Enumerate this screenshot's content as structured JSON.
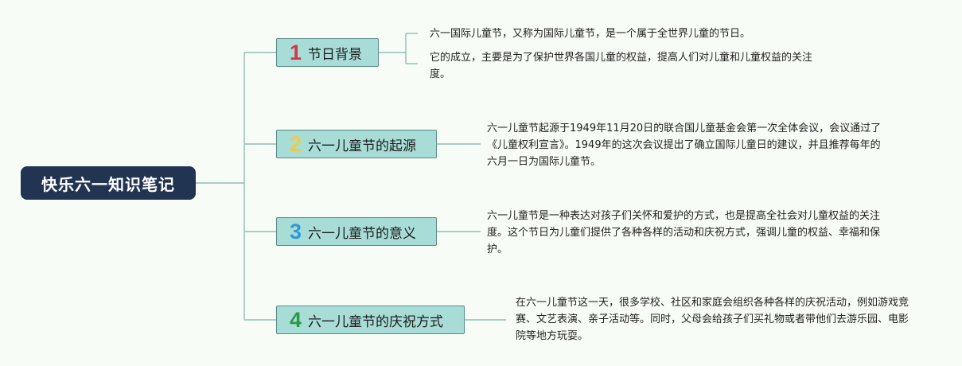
{
  "title": "快乐六一知识笔记",
  "colors": {
    "root_bg": "#213452",
    "topic_bg": "#a8dcd6",
    "topic_border": "#5a8a85",
    "line": "#8fbdb6",
    "num1": "#d6334f",
    "num2": "#f2cb45",
    "num3": "#2f9ad8",
    "num4": "#2a9a46"
  },
  "topics": [
    {
      "num": "1",
      "label": "节日背景",
      "notes": [
        "六一国际儿童节，又称为国际儿童节，是一个属于全世界儿童的节日。",
        "它的成立，主要是为了保护世界各国儿童的权益，提高人们对儿童和儿童权益的关注度。"
      ]
    },
    {
      "num": "2",
      "label": "六一儿童节的起源",
      "notes": [
        "六一儿童节起源于1949年11月20日的联合国儿童基金会第一次全体会议，会议通过了《儿童权利宣言》。1949年的这次会议提出了确立国际儿童日的建议，并且推荐每年的六月一日为国际儿童节。"
      ]
    },
    {
      "num": "3",
      "label": "六一儿童节的意义",
      "notes": [
        "六一儿童节是一种表达对孩子们关怀和爱护的方式，也是提高全社会对儿童权益的关注度。这个节日为儿童们提供了各种各样的活动和庆祝方式，强调儿童的权益、幸福和保护。"
      ]
    },
    {
      "num": "4",
      "label": "六一儿童节的庆祝方式",
      "notes": [
        "在六一儿童节这一天，很多学校、社区和家庭会组织各种各样的庆祝活动，例如游戏竞赛、文艺表演、亲子活动等。同时，父母会给孩子们买礼物或者带他们去游乐园、电影院等地方玩耍。"
      ]
    }
  ]
}
